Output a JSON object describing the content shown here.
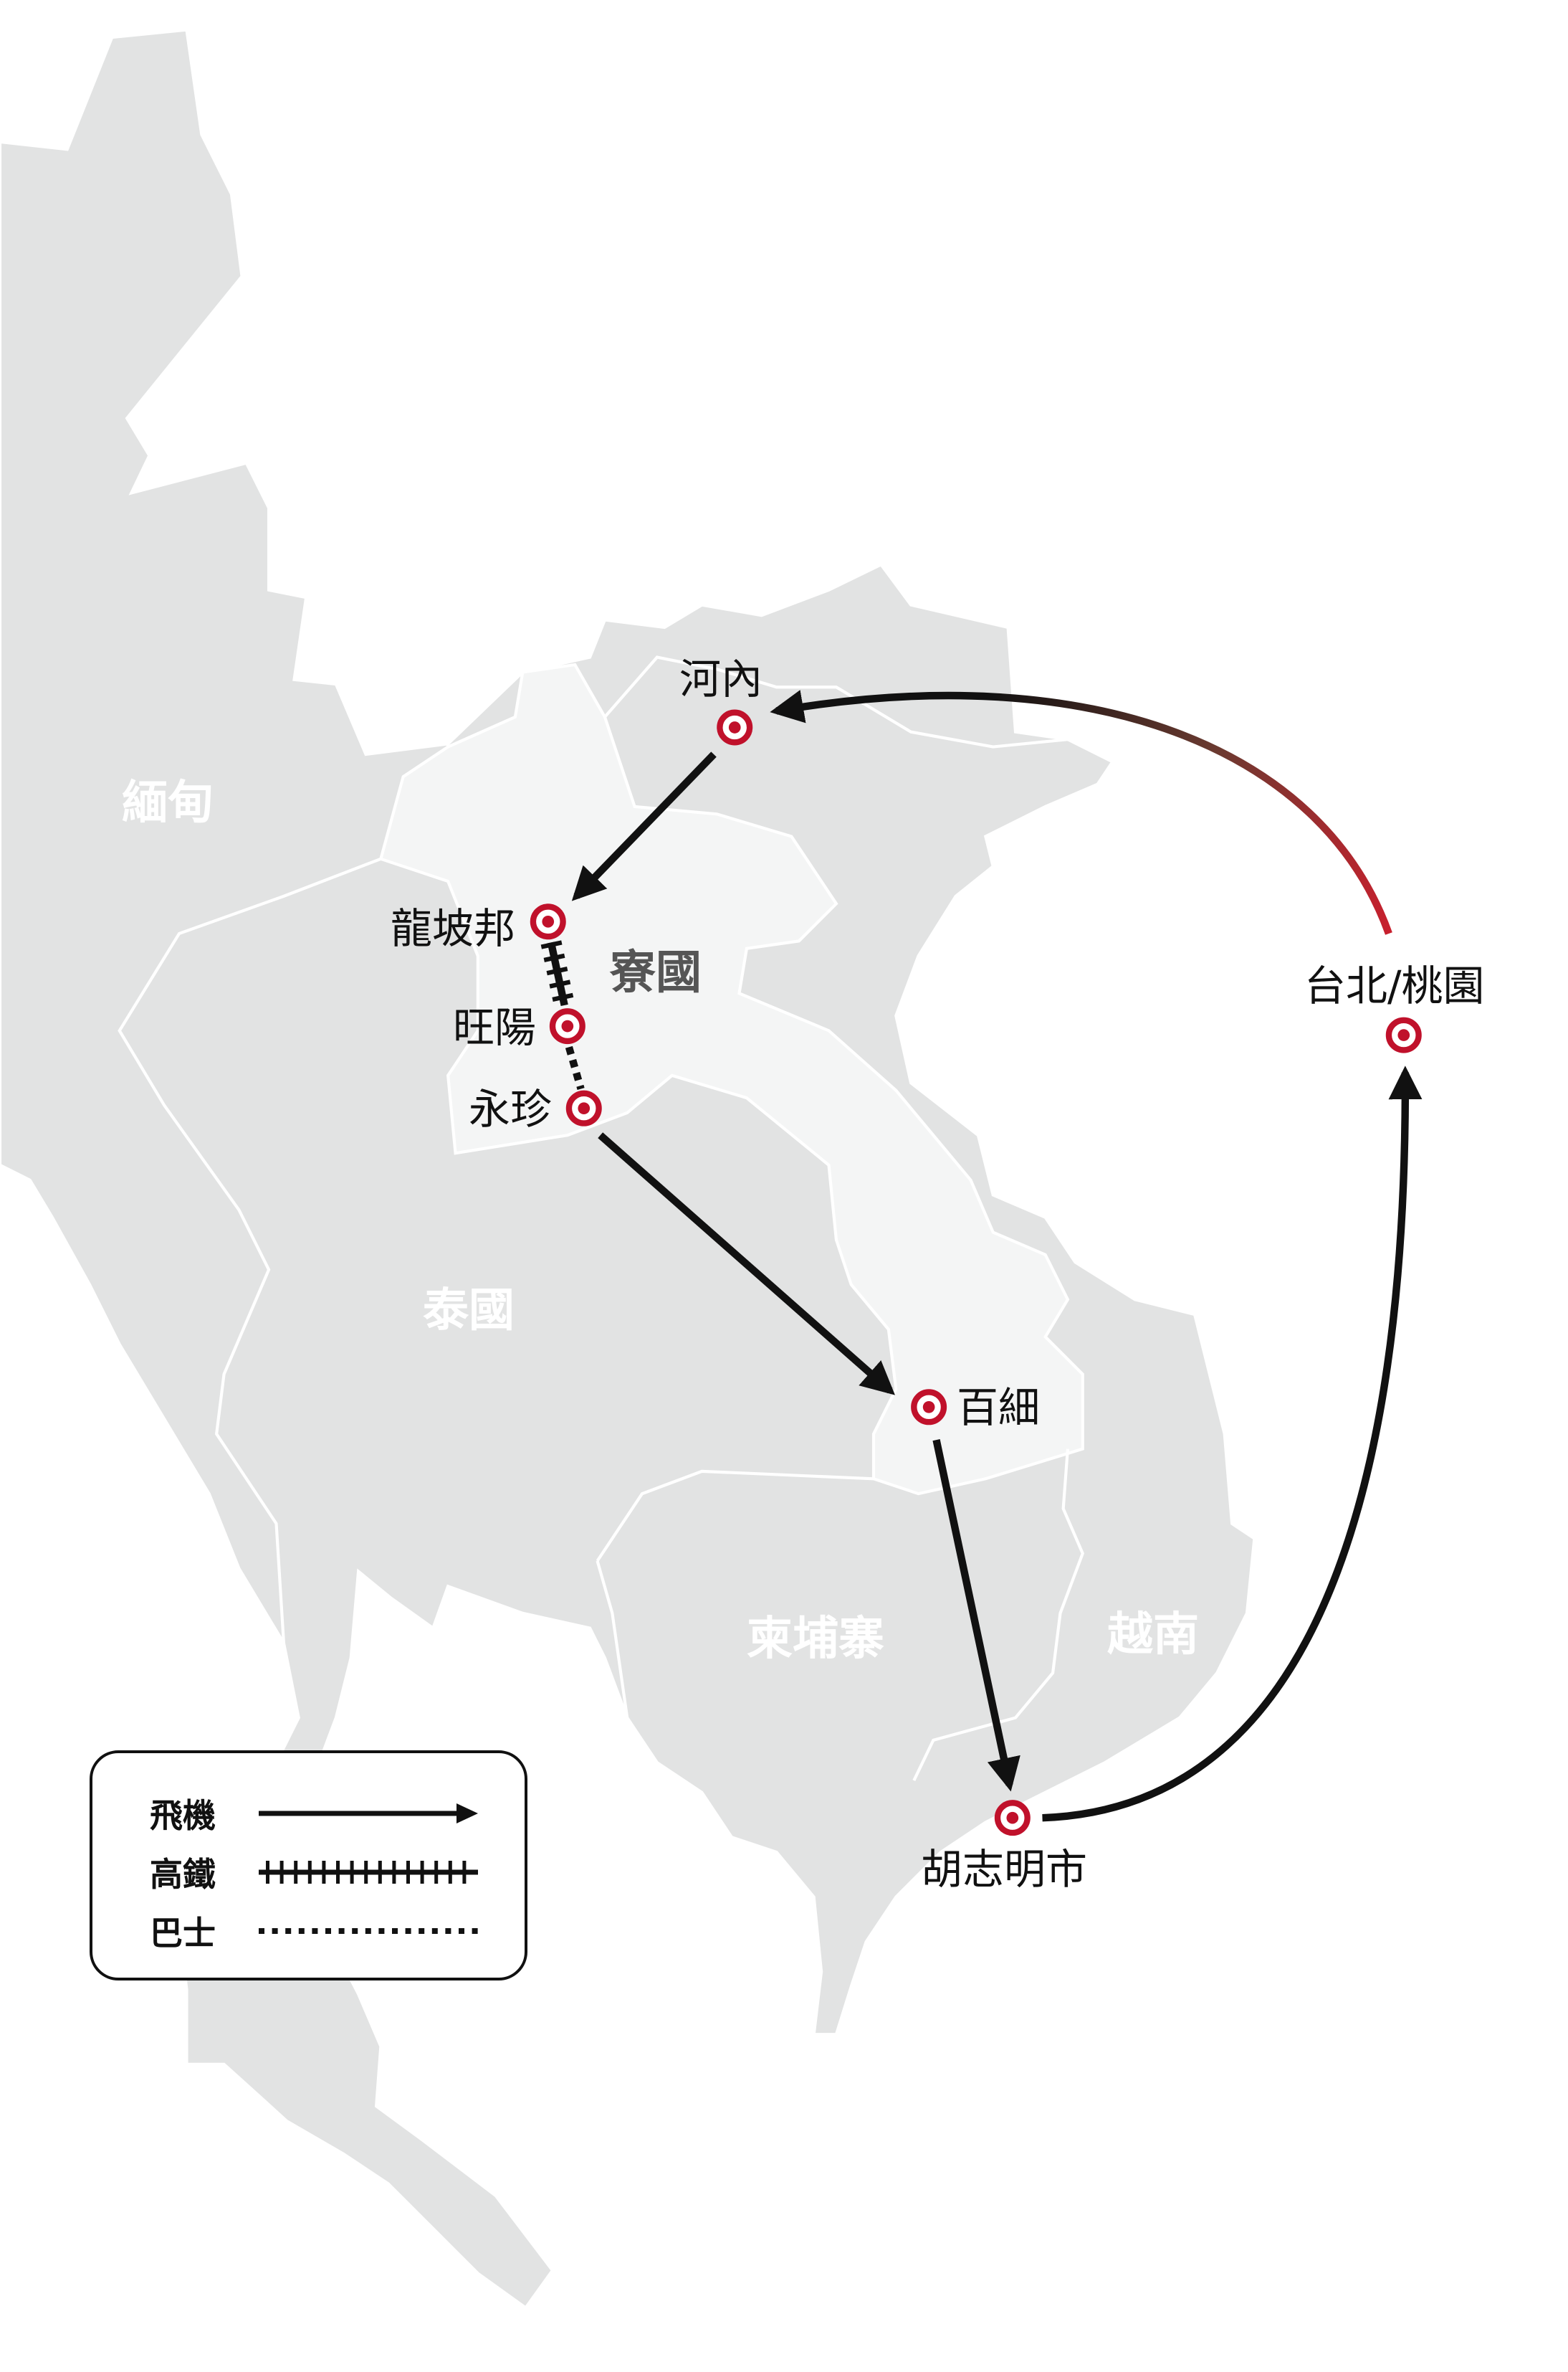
{
  "countries": {
    "myanmar": "緬甸",
    "laos": "寮國",
    "thailand": "泰國",
    "cambodia": "柬埔寨",
    "vietnam": "越南"
  },
  "cities": {
    "hanoi": "河內",
    "luang_prabang": "龍坡邦",
    "vang_vieng": "旺陽",
    "vientiane": "永珍",
    "pakse": "百細",
    "ho_chi_minh": "胡志明市",
    "taipei": "台北/桃園"
  },
  "legend": {
    "flight": "飛機",
    "rail": "高鐵",
    "bus": "巴士"
  },
  "colors": {
    "land": "#e2e3e3",
    "laos": "#f4f5f5",
    "marker": "#c0112b",
    "route": "#111111"
  }
}
